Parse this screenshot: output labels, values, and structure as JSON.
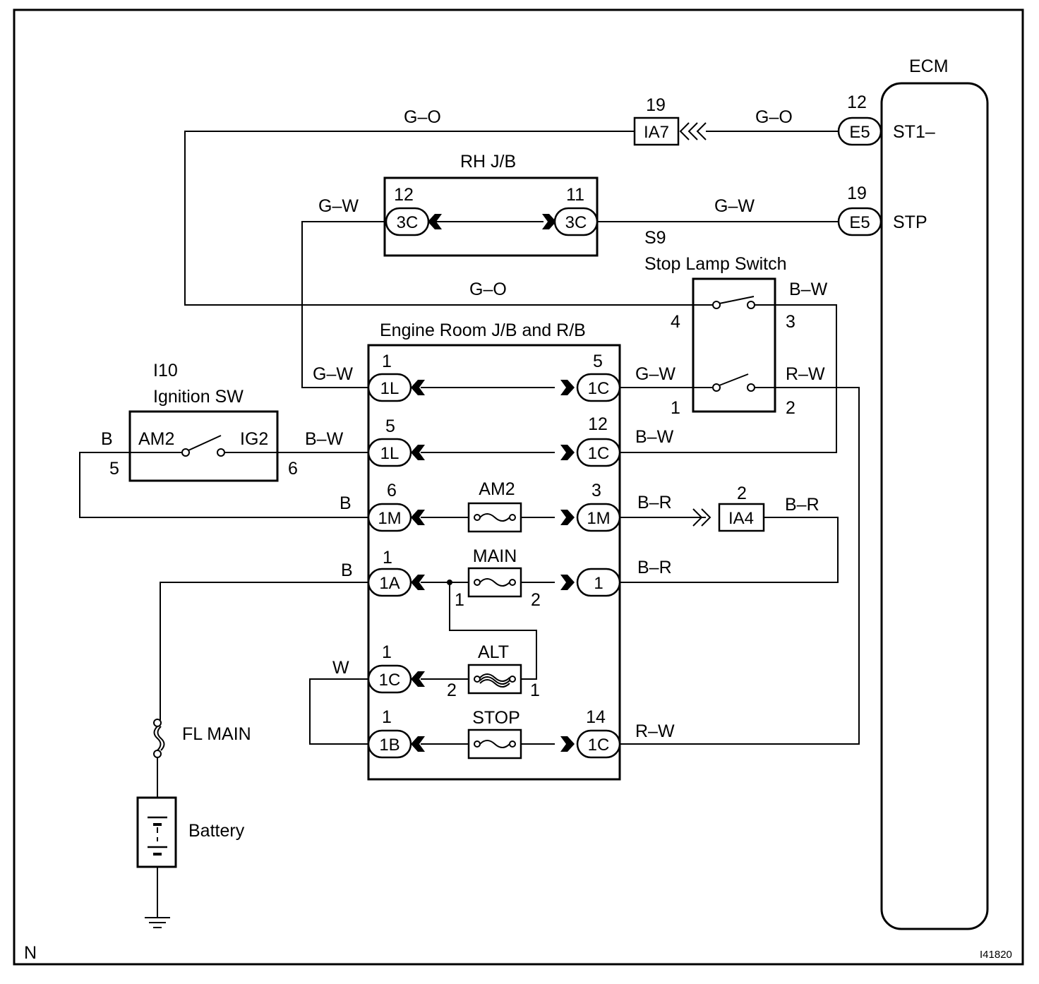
{
  "components": {
    "ecm": "ECM",
    "rh_jb": "RH J/B",
    "engine_jb": "Engine Room J/B and R/B",
    "stop_lamp_code": "S9",
    "stop_lamp_name": "Stop Lamp Switch",
    "ignition_code": "I10",
    "ignition_name": "Ignition SW",
    "fl_main": "FL MAIN",
    "battery": "Battery"
  },
  "ecm_terminals": {
    "st1": "ST1–",
    "stp": "STP"
  },
  "connectors": {
    "e5": "E5",
    "ia7": "IA7",
    "ia4": "IA4",
    "c3c": "3C",
    "c1l": "1L",
    "c1c": "1C",
    "c1m": "1M",
    "c1a": "1A",
    "c1": "1",
    "c1b": "1B"
  },
  "ignition_terminals": {
    "am2": "AM2",
    "ig2": "IG2"
  },
  "fuses": {
    "am2": "AM2",
    "main": "MAIN",
    "alt": "ALT",
    "stop": "STOP"
  },
  "wire_colors": {
    "go": "G–O",
    "gw": "G–W",
    "bw": "B–W",
    "rw": "R–W",
    "b": "B",
    "br": "B–R",
    "w": "W"
  },
  "pins": {
    "p1": "1",
    "p2": "2",
    "p3": "3",
    "p4": "4",
    "p5": "5",
    "p6": "6",
    "p11": "11",
    "p12": "12",
    "p14": "14",
    "p19": "19"
  },
  "footer": {
    "left": "N",
    "right": "I41820"
  }
}
